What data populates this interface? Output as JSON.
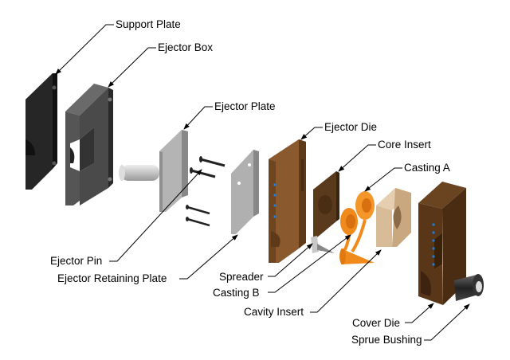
{
  "title": "Die Casting Mold Exploded View",
  "labels": {
    "support_plate": "Support Plate",
    "ejector_box": "Ejector Box",
    "ejector_plate": "Ejector Plate",
    "ejector_die": "Ejector Die",
    "core_insert": "Core Insert",
    "casting_a": "Casting A",
    "ejector_pin": "Ejector Pin",
    "ejector_retaining_plate": "Ejector Retaining Plate",
    "spreader": "Spreader",
    "casting_b": "Casting B",
    "cavity_insert": "Cavity Insert",
    "cover_die": "Cover Die",
    "sprue_bushing": "Sprue Bushing"
  },
  "colors": {
    "support_plate": "#2a2a2a",
    "ejector_box": "#4a4a4a",
    "ejector_plate": "#b8b8b8",
    "ejector_die": "#8a5a2e",
    "core_insert": "#5a3a1c",
    "casting": "#f08a1c",
    "cavity_insert": "#d8bc98",
    "cover_die": "#5a3618",
    "sprue_bushing": "#3a3a3a",
    "cooling_holes": "#1e7be0"
  }
}
